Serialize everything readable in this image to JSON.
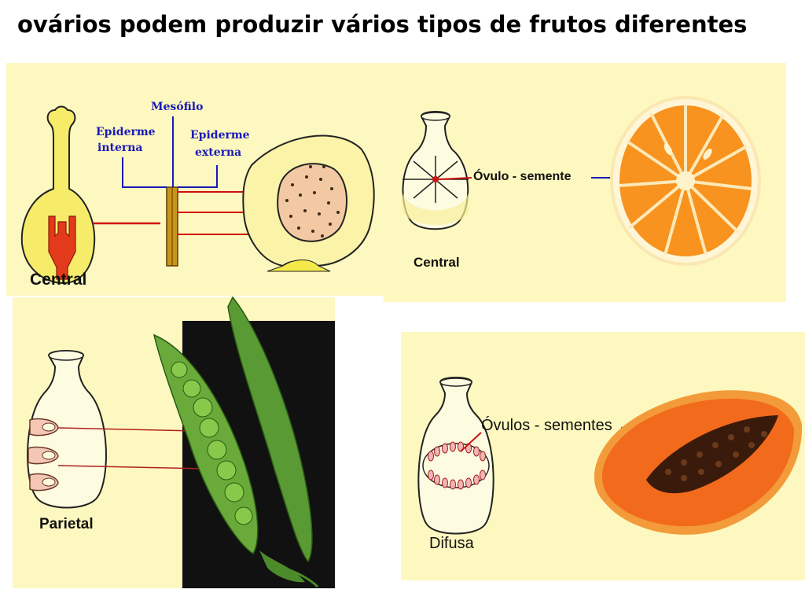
{
  "title": "ovários podem produzir vários tipos de frutos diferentes",
  "labels": {
    "mesofilo": "Mesófilo",
    "epiderme_interna_1": "Epiderme",
    "epiderme_interna_2": "interna",
    "epiderme_externa_1": "Epiderme",
    "epiderme_externa_2": "externa",
    "central_1": "Central",
    "central_2": "Central",
    "ovulo_semente": "Óvulo - semente",
    "parietal": "Parietal",
    "ovulos_sementes": "Óvulos - sementes",
    "difusa": "Difusa"
  },
  "colors": {
    "panel": "#fdf8bf",
    "blue_line": "#1a1ab8",
    "red_line": "#d01010",
    "orange": "#f7931e",
    "papaya": "#f26a1b",
    "pea": "#4c8a2a"
  }
}
